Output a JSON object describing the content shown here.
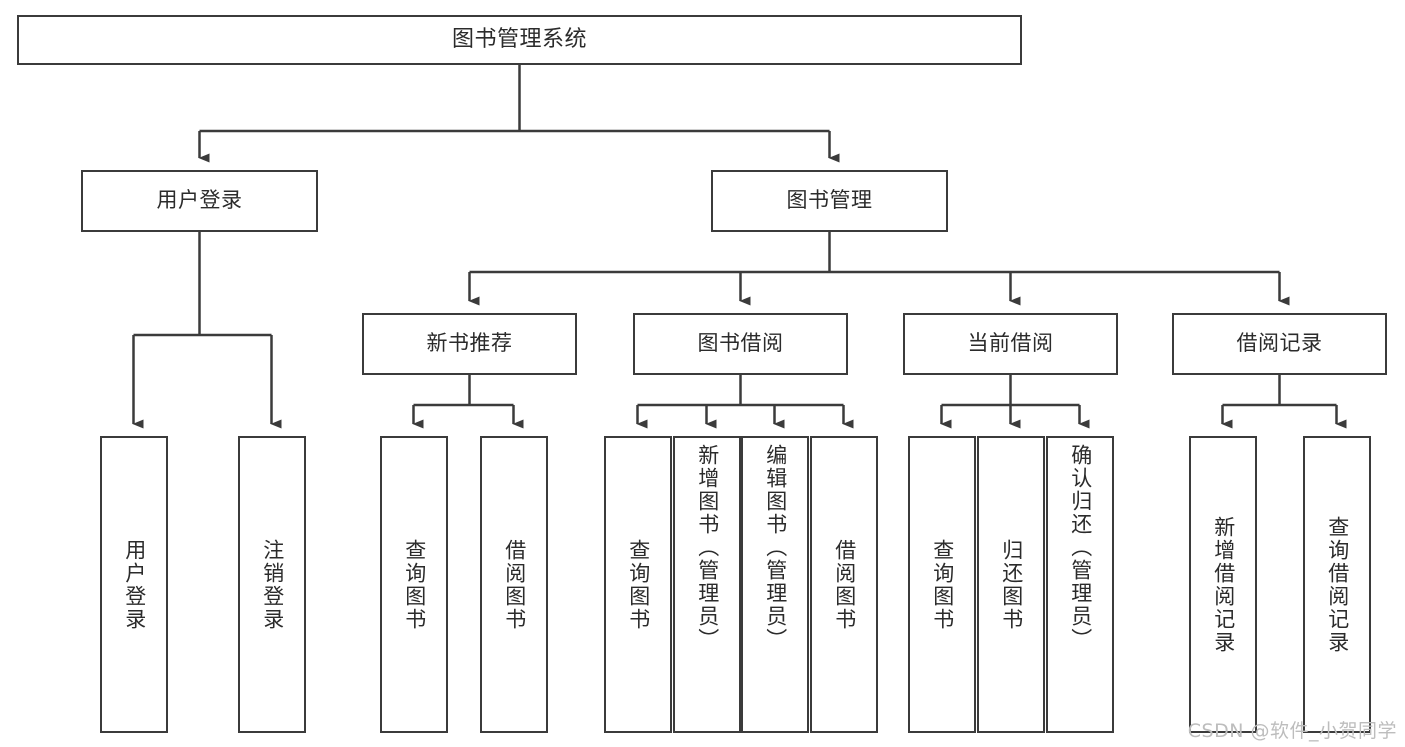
{
  "diagram": {
    "title": "图书管理系统",
    "type": "tree-hierarchy-chart",
    "watermark": "CSDN @软件_小贺同学",
    "colors": {
      "box_border": "#3b3b3b",
      "box_fill": "#ffffff",
      "connector": "#3b3b3b",
      "text": "#2b2b2b",
      "watermark": "#bdbdbd",
      "background": "#ffffff"
    },
    "levels": {
      "root": {
        "label": "图书管理系统"
      },
      "level2": [
        {
          "label": "用户登录"
        },
        {
          "label": "图书管理"
        }
      ],
      "level3": [
        {
          "label": "新书推荐"
        },
        {
          "label": "图书借阅"
        },
        {
          "label": "当前借阅"
        },
        {
          "label": "借阅记录"
        }
      ],
      "leaves": {
        "user_login": [
          {
            "label": "用户登录"
          },
          {
            "label": "注销登录"
          }
        ],
        "new_book_recommend": [
          {
            "label": "查询图书"
          },
          {
            "label": "借阅图书"
          }
        ],
        "book_borrow": [
          {
            "label": "查询图书"
          },
          {
            "label": "新增图书（管理员）"
          },
          {
            "label": "编辑图书（管理员）"
          },
          {
            "label": "借阅图书"
          }
        ],
        "current_borrow": [
          {
            "label": "查询图书"
          },
          {
            "label": "归还图书"
          },
          {
            "label": "确认归还（管理员）"
          }
        ],
        "borrow_record": [
          {
            "label": "新增借阅记录"
          },
          {
            "label": "查询借阅记录"
          }
        ]
      }
    }
  }
}
